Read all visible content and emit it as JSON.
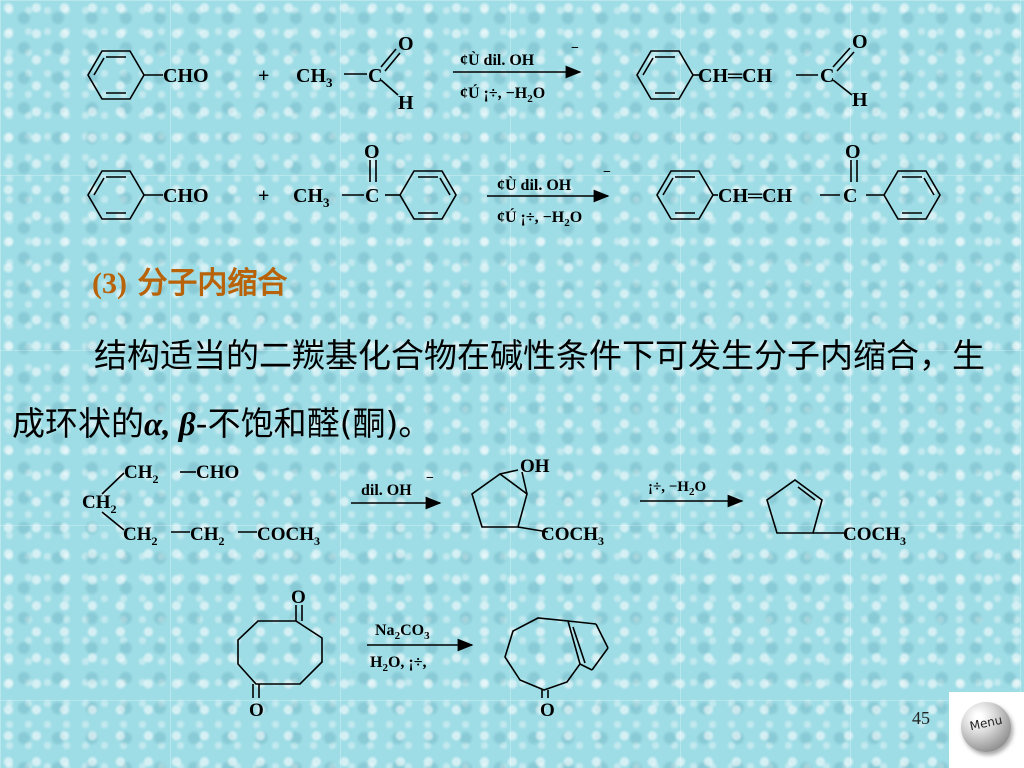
{
  "heading": {
    "number": "(3)",
    "title": "分子内缩合"
  },
  "paragraph": {
    "line1": "结构适当的二羰基化合物在碱性条件下可发生分子内缩合，生成环状的",
    "alpha": "α",
    "sep": ", ",
    "beta": "β",
    "tail": "-不饱和醛(酮)。"
  },
  "reaction1": {
    "cho": "CHO",
    "plus": "+",
    "ch3": "CH",
    "sub3": "3",
    "c": "C",
    "o": "O",
    "h": "H",
    "cond_top": "¢Ù dil. OH",
    "cond_bottom": "¢Ú ¡÷, ",
    "minus_h2o": "−H",
    "sub2": "2",
    "o_end": "O",
    "product_chain": "CH═CH",
    "product_c": "C",
    "product_o": "O",
    "product_h": "H"
  },
  "reaction2": {
    "cho": "CHO",
    "plus": "+",
    "ch3": "CH",
    "sub3": "3",
    "c": "C",
    "o": "O",
    "cond_top": "¢Ù dil. OH",
    "cond_bottom": "¢Ú ¡÷, ",
    "minus_h2o": "−H",
    "sub2": "2",
    "o_end": "O",
    "product_chain": "CH═CH",
    "product_c": "C",
    "product_o": "O"
  },
  "reaction3": {
    "ch2": "CH",
    "sub2": "2",
    "cho": "CHO",
    "coch3": "COCH",
    "sub3": "3",
    "cond1": "dil. OH",
    "oh": "OH",
    "cond2": "¡÷, −H",
    "cond2_o": "O"
  },
  "reaction4": {
    "o": "O",
    "cond_top_na": "Na",
    "cond_top_co": "CO",
    "sub2": "2",
    "sub3": "3",
    "cond_bottom": "H",
    "cond_bottom_o": "O,   ¡÷,"
  },
  "page_number": "45",
  "menu_label": "Menu",
  "colors": {
    "background": "#9fdde6",
    "heading": "#b8620a"
  }
}
